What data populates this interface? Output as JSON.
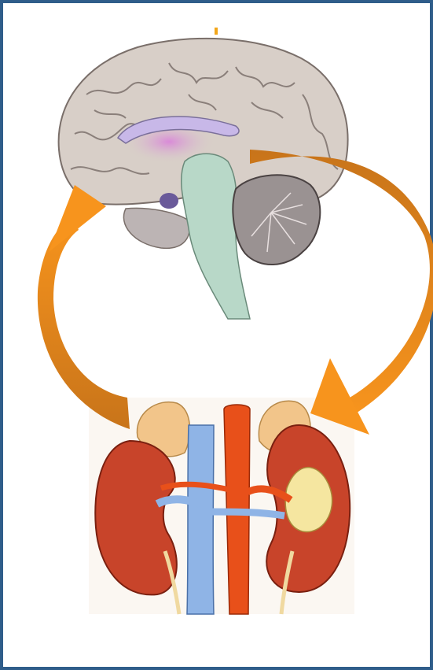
{
  "diagram": {
    "kind": "feedback-loop",
    "nodes": [
      {
        "id": "brain",
        "icon": "brain-illustration"
      },
      {
        "id": "kidneys",
        "icon": "kidneys-adrenal-glands-illustration"
      }
    ],
    "edges": [
      {
        "from": "brain",
        "to": "kidneys",
        "side": "right"
      },
      {
        "from": "kidneys",
        "to": "brain",
        "side": "left"
      }
    ],
    "colors": {
      "frame": "#2f5d8a",
      "arrow_bright": "#f7941d",
      "arrow_dark": "#c8741a",
      "brain_tissue": "#d8cfc8",
      "kidney": "#c8442a",
      "vena_cava": "#8fb4e6",
      "aorta": "#e8501a",
      "adrenal": "#f2c58a"
    }
  }
}
